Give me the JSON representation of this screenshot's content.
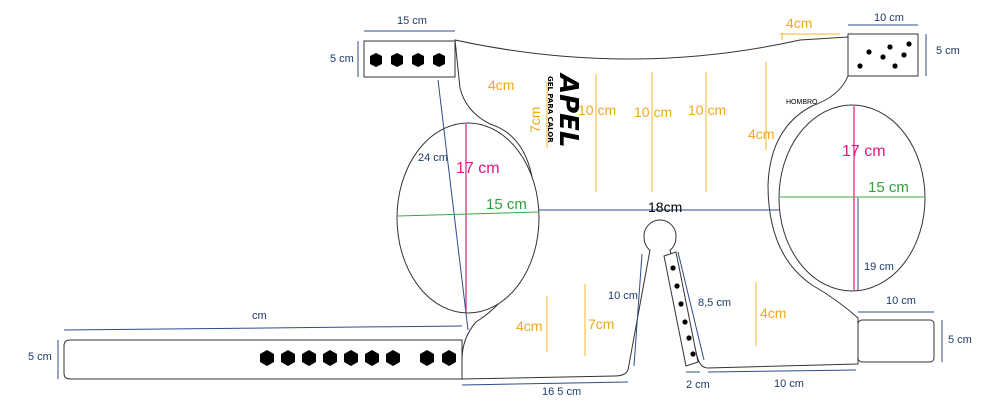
{
  "colors": {
    "outline": "#333333",
    "blue": "#2b4e8c",
    "yellow": "#f0a81a",
    "pink": "#e0197d",
    "green": "#2e9e3e"
  },
  "logo": {
    "brand": "APEL",
    "tagline": "GEL PARA CALOR"
  },
  "labels": {
    "top_left_strap_width": "15 cm",
    "top_left_strap_height": "5 cm",
    "top_right_strap_width": "10 cm",
    "top_right_strap_height": "5 cm",
    "top_right_gap": "4cm",
    "left_upper_gap": "4cm",
    "left_upper_height": "7cm",
    "center_1": "10 cm",
    "center_2": "10 cm",
    "center_3": "10 cm",
    "right_upper_gap": "4cm",
    "shoulder": "HOMBRO",
    "left_diagonal": "24 cm",
    "left_hole_height": "17 cm",
    "left_hole_width": "15 cm",
    "middle_span": "18cm",
    "right_hole_height": "17 cm",
    "right_hole_width": "15 cm",
    "right_hole_side": "19 cm",
    "long_strap_length": "cm",
    "long_strap_height": "5 cm",
    "bottom_left_gap": "4cm",
    "bottom_left_height": "7cm",
    "slot_depth": "10 cm",
    "slot_strip_length": "8,5 cm",
    "bottom_right_gap": "4cm",
    "bottom_right_strap_width": "10 cm",
    "bottom_right_strap_height": "5 cm",
    "bottom_left_base": "16 5 cm",
    "slot_strip_width": "2 cm",
    "bottom_right_base": "10 cm"
  }
}
